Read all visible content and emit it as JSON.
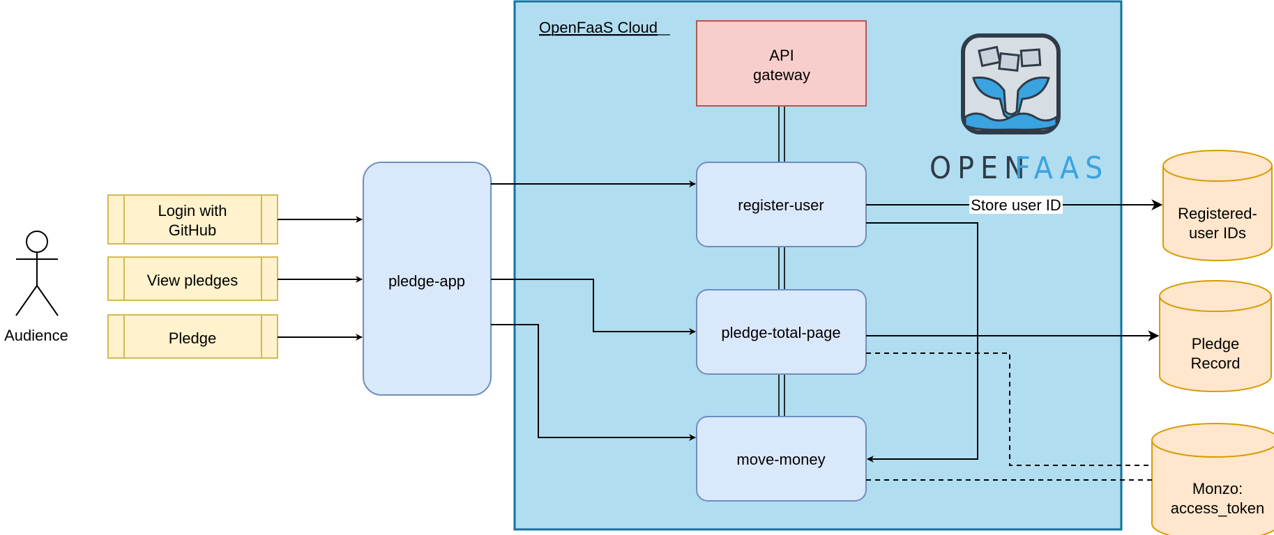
{
  "actor": {
    "label": "Audience"
  },
  "actions": [
    {
      "id": "login",
      "lines": [
        "Login with",
        "GitHub"
      ]
    },
    {
      "id": "view",
      "lines": [
        "View pledges"
      ]
    },
    {
      "id": "pledge",
      "lines": [
        "Pledge"
      ]
    }
  ],
  "app": {
    "label": "pledge-app"
  },
  "cloud": {
    "title": "OpenFaaS Cloud"
  },
  "gateway": {
    "lines": [
      "API",
      "gateway"
    ]
  },
  "functions": {
    "register": "register-user",
    "total": "pledge-total-page",
    "move": "move-money"
  },
  "edge_labels": {
    "store": "Store user ID"
  },
  "logo": {
    "text_left": "OPEN",
    "text_right": "FAAS"
  },
  "stores": [
    {
      "id": "registered",
      "lines": [
        "Registered-",
        "user IDs"
      ]
    },
    {
      "id": "record",
      "lines": [
        "Pledge",
        "Record"
      ]
    },
    {
      "id": "monzo",
      "lines": [
        "Monzo:",
        "access_token"
      ]
    }
  ],
  "colors": {
    "cloud_fill": "#b1ddf0",
    "cloud_stroke": "#10739e",
    "func_fill": "#dae8fc",
    "func_stroke": "#6c8ebf",
    "gateway_fill": "#f8cecc",
    "gateway_stroke": "#b85450",
    "action_fill": "#fff2cc",
    "action_stroke": "#d6b656",
    "store_fill": "#ffe6cc",
    "store_stroke": "#d79b00",
    "logo_dark": "#2f3b48",
    "logo_blue": "#3aa3e0"
  }
}
